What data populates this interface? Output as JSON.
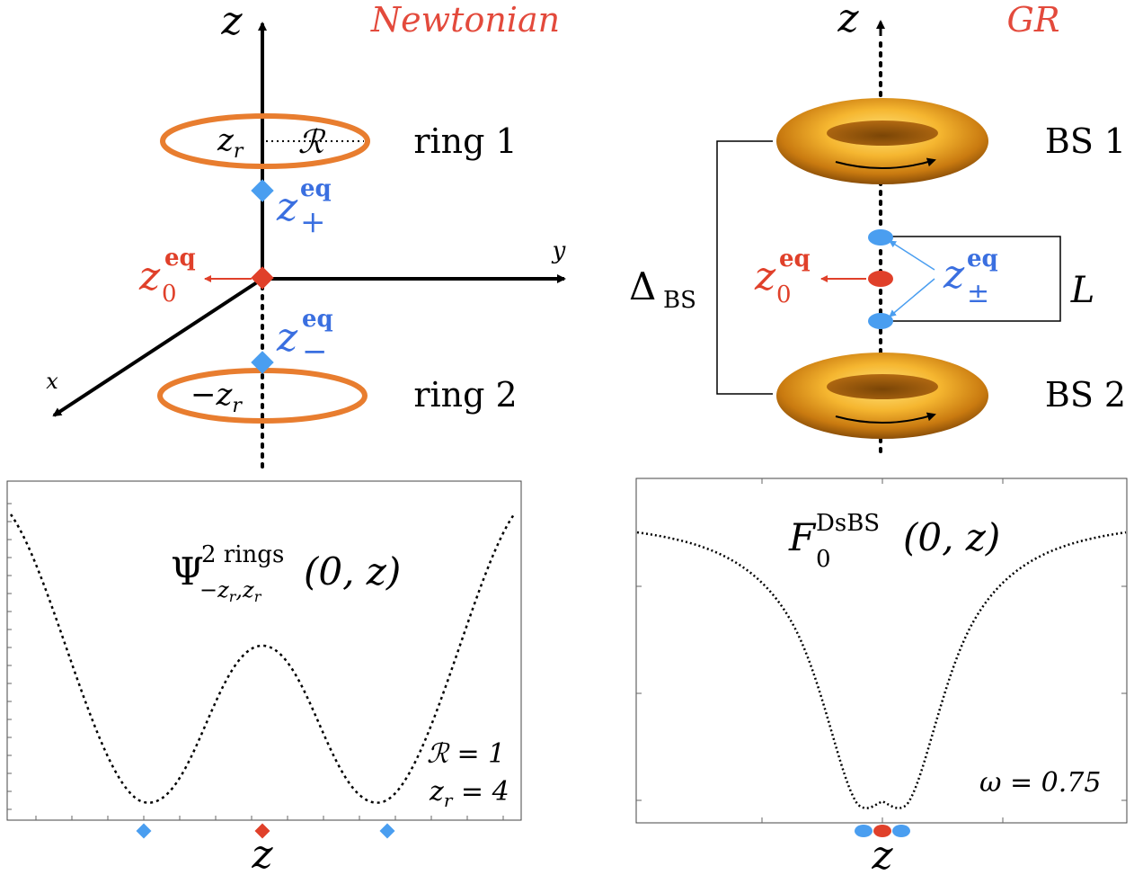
{
  "colors": {
    "axis": "#000000",
    "ring": "#e87d2f",
    "red": "#e0402a",
    "blue": "#4a9ef0",
    "header_red": "#e34a3c",
    "blue_text": "#3a6fe0"
  },
  "newtonian": {
    "header": "Newtonian",
    "axis_z": "z",
    "axis_y": "y",
    "axis_x": "x",
    "ring1_label": "ring 1",
    "ring2_label": "ring 2",
    "ring1_zr": "z",
    "ring1_zr_sub": "r",
    "ring1_R": "ℛ",
    "ring2_zr": "−z",
    "ring2_zr_sub": "r",
    "z0_base": "z",
    "z0_sub": "0",
    "z0_sup": "eq",
    "zplus_base": "z",
    "zplus_sub": "+",
    "zplus_sup": "eq",
    "zminus_base": "z",
    "zminus_sub": "−",
    "zminus_sup": "eq"
  },
  "gr": {
    "header": "GR",
    "axis_z": "z",
    "bs1_label": "BS 1",
    "bs2_label": "BS 2",
    "delta_base": "Δ",
    "delta_sub": "BS",
    "L_label": "L",
    "z0_base": "z",
    "z0_sub": "0",
    "z0_sup": "eq",
    "zpm_base": "z",
    "zpm_sub": "±",
    "zpm_sup": "eq"
  },
  "plot_left": {
    "title_base": "Ψ",
    "title_sup": "2 rings",
    "title_sub": "−z",
    "title_sub2": "r",
    "title_sub3": ",z",
    "title_sub4": "r",
    "title_args": "(0, z)",
    "param1": "ℛ = 1",
    "param2_base": "z",
    "param2_sub": "r",
    "param2_rest": " = 4",
    "xlabel": "z"
  },
  "plot_right": {
    "title_base": "F",
    "title_sup": "DsBS",
    "title_sub": "0",
    "title_args": "(0, z)",
    "param": "ω = 0.75",
    "xlabel": "z"
  }
}
